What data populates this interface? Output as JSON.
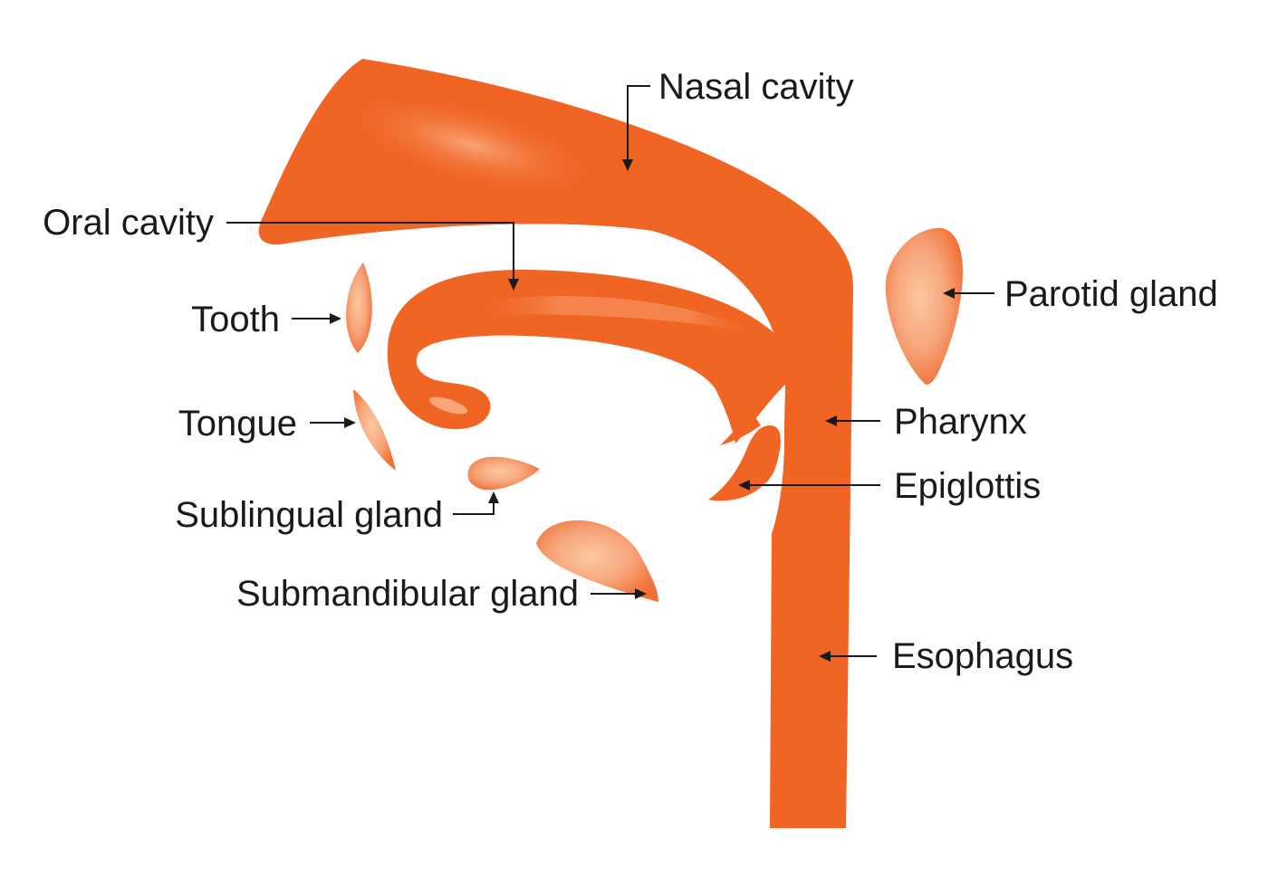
{
  "colors": {
    "tract": "#f06424",
    "gland_edge": "#f07035",
    "gland_center": "#fcc8a2",
    "highlight": "#f9a77a",
    "text": "#1a1a1a",
    "background": "#ffffff"
  },
  "labels": {
    "nasal_cavity": "Nasal cavity",
    "oral_cavity": "Oral cavity",
    "tooth": "Tooth",
    "tongue": "Tongue",
    "sublingual_gland": "Sublingual gland",
    "submandibular_gland": "Submandibular gland",
    "parotid_gland": "Parotid gland",
    "pharynx": "Pharynx",
    "epiglottis": "Epiglottis",
    "esophagus": "Esophagus"
  }
}
